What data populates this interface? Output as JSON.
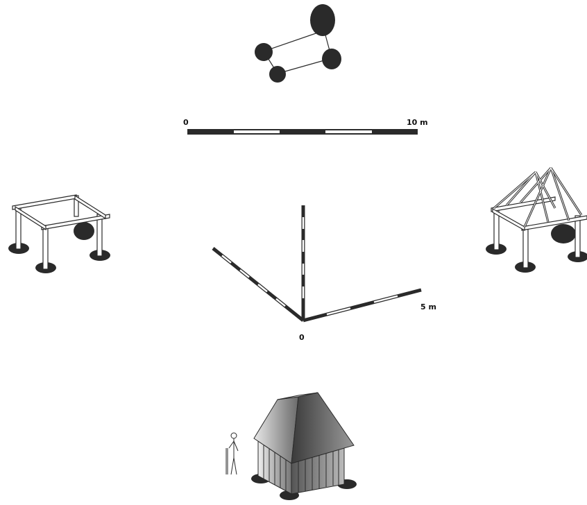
{
  "scale_bar": {
    "label_start": "0",
    "label_end": "10 m"
  },
  "axes": {
    "label_origin": "0",
    "label_end": "5 m"
  },
  "colors": {
    "ink": "#2a2a2a",
    "paper": "#ffffff"
  }
}
